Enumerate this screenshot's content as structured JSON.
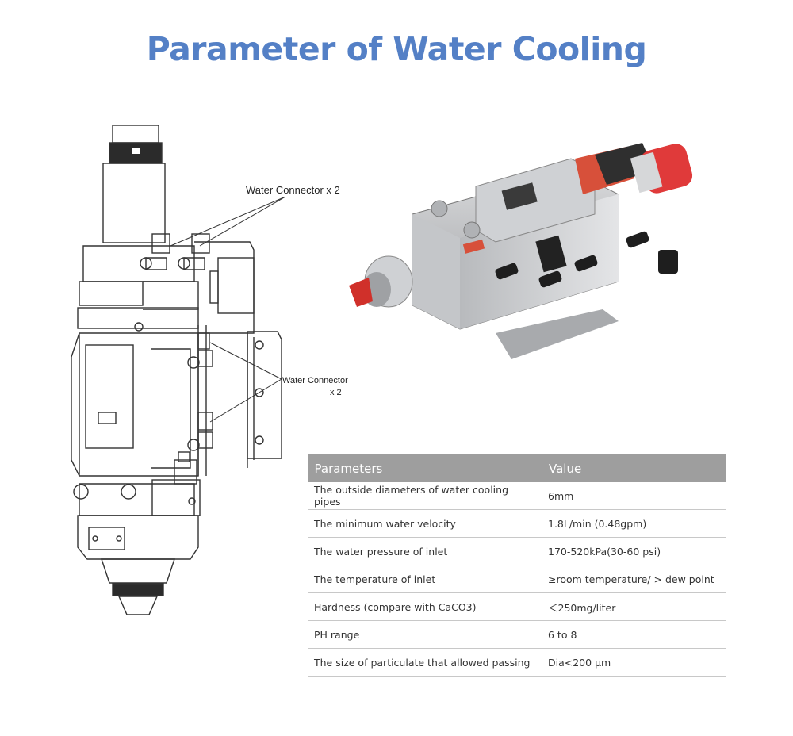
{
  "title": "Parameter of Water Cooling",
  "callouts": {
    "top": "Water Connector x 2",
    "side_line1": "Water Connector",
    "side_line2": "x 2"
  },
  "table": {
    "headers": [
      "Parameters",
      "Value"
    ],
    "rows": [
      [
        "The outside diameters of water cooling pipes",
        "6mm"
      ],
      [
        "The minimum water velocity",
        "1.8L/min  (0.48gpm)"
      ],
      [
        "The water pressure of inlet",
        "170-520kPa(30-60 psi)"
      ],
      [
        "The temperature of inlet",
        "≥room temperature/ > dew point"
      ],
      [
        "Hardness  (compare with CaCO3)",
        "＜250mg/liter"
      ],
      [
        "PH range",
        "6 to 8"
      ],
      [
        "The size of particulate that allowed passing",
        "Dia<200 μm"
      ]
    ]
  },
  "colors": {
    "title": "#5480c6",
    "header_bg": "#9e9e9e",
    "cap_red": "#e03a3a"
  }
}
